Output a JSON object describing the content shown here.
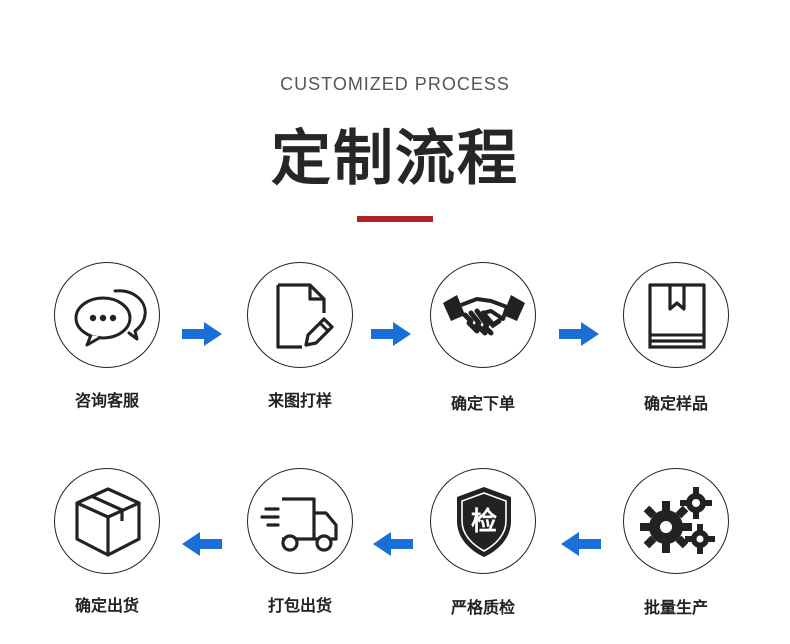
{
  "header": {
    "subtitle": "CUSTOMIZED PROCESS",
    "title": "定制流程"
  },
  "colors": {
    "accent_bar": "#b22222",
    "arrow": "#1a6fd6",
    "text": "#262626"
  },
  "steps": [
    {
      "label": "咨询客服",
      "icon": "chat-bubbles-icon"
    },
    {
      "label": "来图打样",
      "icon": "document-edit-icon"
    },
    {
      "label": "确定下单",
      "icon": "handshake-icon"
    },
    {
      "label": "确定样品",
      "icon": "book-bookmark-icon"
    },
    {
      "label": "批量生产",
      "icon": "gears-icon"
    },
    {
      "label": "严格质检",
      "icon": "shield-inspect-icon",
      "badge": "检"
    },
    {
      "label": "打包出货",
      "icon": "delivery-truck-icon"
    },
    {
      "label": "确定出货",
      "icon": "package-box-icon"
    }
  ]
}
